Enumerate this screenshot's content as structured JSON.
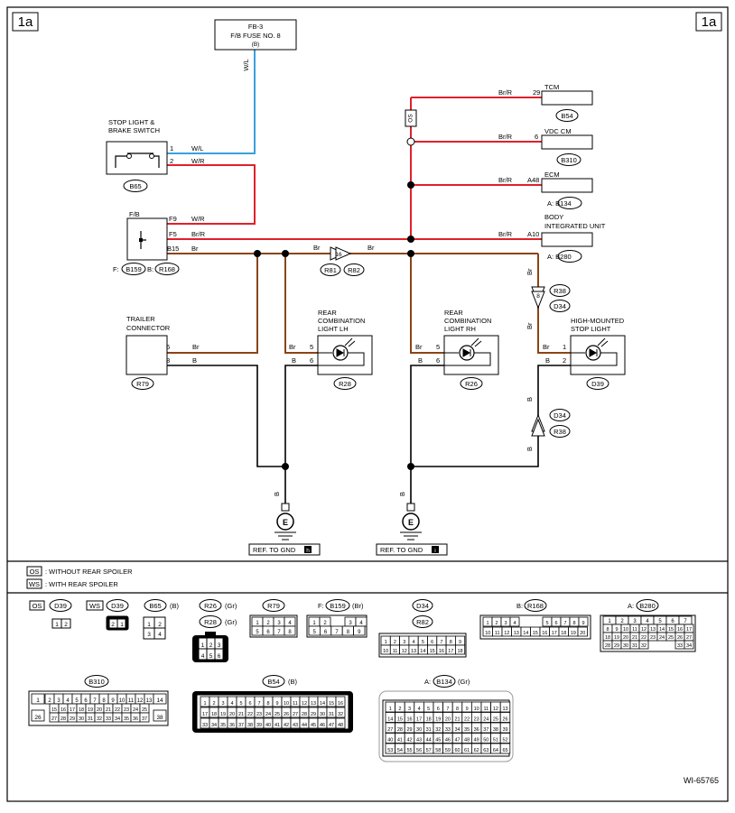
{
  "page_tag": "1a",
  "figure_id": "WI-65765",
  "fuse": {
    "line1": "FB-3",
    "line2": "F/B FUSE NO. 8",
    "line3": "(B)",
    "wire": "W/L"
  },
  "switch": {
    "line1": "STOP LIGHT &",
    "line2": "BRAKE SWITCH",
    "pin1": "1",
    "pin2": "2",
    "wire1": "W/L",
    "wire2": "W/R",
    "conn": "B65"
  },
  "fb": {
    "label": "F/B",
    "pins": [
      "F9",
      "F5",
      "B15"
    ],
    "wires": [
      "W/R",
      "Br/R",
      "Br"
    ],
    "prefix_f": "F:",
    "conn_f": "B159",
    "prefix_b": "B:",
    "conn_b": "R168"
  },
  "ecus": [
    {
      "name": "TCM",
      "wire": "Br/R",
      "pin": "29",
      "conn": "B54"
    },
    {
      "name": "VDC CM",
      "wire": "Br/R",
      "pin": "6",
      "conn": "B310"
    },
    {
      "name": "ECM",
      "wire": "Br/R",
      "pin": "A48",
      "conn": "A: B134"
    },
    {
      "name_line1": "BODY",
      "name_line2": "INTEGRATED UNIT",
      "wire": "Br/R",
      "pin": "A10",
      "conn": "A: B280"
    }
  ],
  "os_mark": "OS",
  "joint": {
    "wires": [
      "Br",
      "Br"
    ],
    "pin": "16",
    "conns": [
      "R81",
      "R82"
    ]
  },
  "trailer": {
    "line1": "TRAILER",
    "line2": "CONNECTOR",
    "pin6": "6",
    "pin8": "8",
    "wire6": "Br",
    "wire8": "B",
    "conn": "R79"
  },
  "rcl_lh": {
    "line1": "REAR",
    "line2": "COMBINATION",
    "line3": "LIGHT LH",
    "pin5": "5",
    "pin6": "6",
    "wire5": "Br",
    "wire6": "B",
    "conn": "R28"
  },
  "rcl_rh": {
    "line1": "REAR",
    "line2": "COMBINATION",
    "line3": "LIGHT RH",
    "pin5": "5",
    "pin6": "6",
    "wire5": "Br",
    "wire6": "B",
    "conn": "R26"
  },
  "hmsl": {
    "line1": "HIGH-MOUNTED",
    "line2": "STOP LIGHT",
    "pin1": "1",
    "pin2": "2",
    "wire1": "Br",
    "wire2": "B",
    "conn": "D39",
    "conn_top": [
      "R38",
      "D34"
    ],
    "conn_bot": [
      "D34",
      "R38"
    ],
    "pin_top": "8",
    "wire_top": "Br",
    "wire_bot": "B"
  },
  "ground_h": {
    "label": "REF. TO GND",
    "code": "h",
    "wire": "B",
    "mark": "E"
  },
  "ground_i": {
    "label": "REF. TO GND",
    "code": "i",
    "wire": "B",
    "mark": "E"
  },
  "legend": [
    {
      "code": "OS",
      "text": ": WITHOUT REAR SPOILER"
    },
    {
      "code": "WS",
      "text": ": WITH REAR SPOILER"
    }
  ],
  "connectors": {
    "d39_os": {
      "tag": "OS",
      "name": "D39",
      "pins": [
        "1",
        "2"
      ]
    },
    "d39_ws": {
      "tag": "WS",
      "name": "D39",
      "pins": [
        "2",
        "1"
      ]
    },
    "b65": {
      "name": "B65",
      "color": "(B)",
      "pins": [
        "1",
        "2",
        "3",
        "4"
      ]
    },
    "r26": {
      "name": "R26",
      "color": "(Gr)",
      "name2": "R28",
      "color2": "(Gr)",
      "pins": [
        "1",
        "2",
        "3",
        "4",
        "5",
        "6"
      ]
    },
    "r79": {
      "name": "R79",
      "pins": [
        "1",
        "2",
        "3",
        "4",
        "5",
        "6",
        "7",
        "8"
      ]
    },
    "b159": {
      "prefix": "F:",
      "name": "B159",
      "color": "(Br)",
      "pins": [
        "1",
        "2",
        "3",
        "4",
        "5",
        "6",
        "7",
        "8",
        "9"
      ]
    },
    "d34": {
      "name": "D34",
      "name2": "R82",
      "row1": [
        "1",
        "2",
        "3",
        "4",
        "5",
        "6",
        "7",
        "8",
        "9"
      ],
      "row2": [
        "10",
        "11",
        "12",
        "13",
        "14",
        "15",
        "16",
        "17",
        "18"
      ]
    },
    "r168": {
      "prefix": "B:",
      "name": "R168",
      "row1": [
        "1",
        "2",
        "3",
        "4",
        "5",
        "6",
        "7",
        "8",
        "9"
      ],
      "row2": [
        "10",
        "11",
        "12",
        "13",
        "14",
        "15",
        "16",
        "17",
        "18",
        "19",
        "20"
      ]
    },
    "b280": {
      "prefix": "A:",
      "name": "B280",
      "row1": [
        "1",
        "2",
        "3",
        "4",
        "5",
        "6",
        "7"
      ],
      "row2": [
        "8",
        "9",
        "10",
        "11",
        "12",
        "13",
        "14",
        "15",
        "16",
        "17"
      ],
      "row3": [
        "18",
        "19",
        "20",
        "21",
        "22",
        "23",
        "24",
        "25",
        "26",
        "27"
      ],
      "row4": [
        "28",
        "29",
        "30",
        "31",
        "32",
        "33",
        "34"
      ]
    },
    "b310": {
      "name": "B310",
      "row1": [
        "1",
        "2",
        "3",
        "4",
        "5",
        "6",
        "7",
        "8",
        "9",
        "10",
        "11",
        "12",
        "13",
        "14"
      ],
      "row2": [
        "15",
        "16",
        "17",
        "18",
        "19",
        "20",
        "21",
        "22",
        "23",
        "24",
        "25"
      ],
      "row3": [
        "26",
        "27",
        "28",
        "29",
        "30",
        "31",
        "32",
        "33",
        "34",
        "35",
        "36",
        "37",
        "38"
      ]
    },
    "b54": {
      "name": "B54",
      "color": "(B)",
      "row1": [
        "1",
        "2",
        "3",
        "4",
        "5",
        "6",
        "7",
        "8",
        "9",
        "10",
        "11",
        "12",
        "13",
        "14",
        "15",
        "16"
      ],
      "row2": [
        "17",
        "18",
        "19",
        "20",
        "21",
        "22",
        "23",
        "24",
        "25",
        "26",
        "27",
        "28",
        "29",
        "30",
        "31",
        "32"
      ],
      "row3": [
        "33",
        "34",
        "35",
        "36",
        "37",
        "38",
        "39",
        "40",
        "41",
        "42",
        "43",
        "44",
        "45",
        "46",
        "47",
        "48"
      ]
    },
    "b134": {
      "prefix": "A:",
      "name": "B134",
      "color": "(Gr)",
      "row1": [
        "1",
        "2",
        "3",
        "4",
        "5",
        "6",
        "7",
        "8",
        "9",
        "10",
        "11",
        "12",
        "13"
      ],
      "row2": [
        "14",
        "15",
        "16",
        "17",
        "18",
        "19",
        "20",
        "21",
        "22",
        "23",
        "24",
        "25",
        "26"
      ],
      "row3": [
        "27",
        "28",
        "29",
        "30",
        "31",
        "32",
        "33",
        "34",
        "35",
        "36",
        "37",
        "38",
        "39"
      ],
      "row4": [
        "40",
        "41",
        "42",
        "43",
        "44",
        "45",
        "46",
        "47",
        "48",
        "49",
        "50",
        "51",
        "52"
      ],
      "row5": [
        "53",
        "54",
        "55",
        "56",
        "57",
        "58",
        "59",
        "60",
        "61",
        "62",
        "63",
        "64",
        "65"
      ]
    }
  },
  "colors": {
    "blue": "#3aa0dc",
    "red": "#e0202a",
    "brown": "#8b4513",
    "black": "#000000"
  }
}
